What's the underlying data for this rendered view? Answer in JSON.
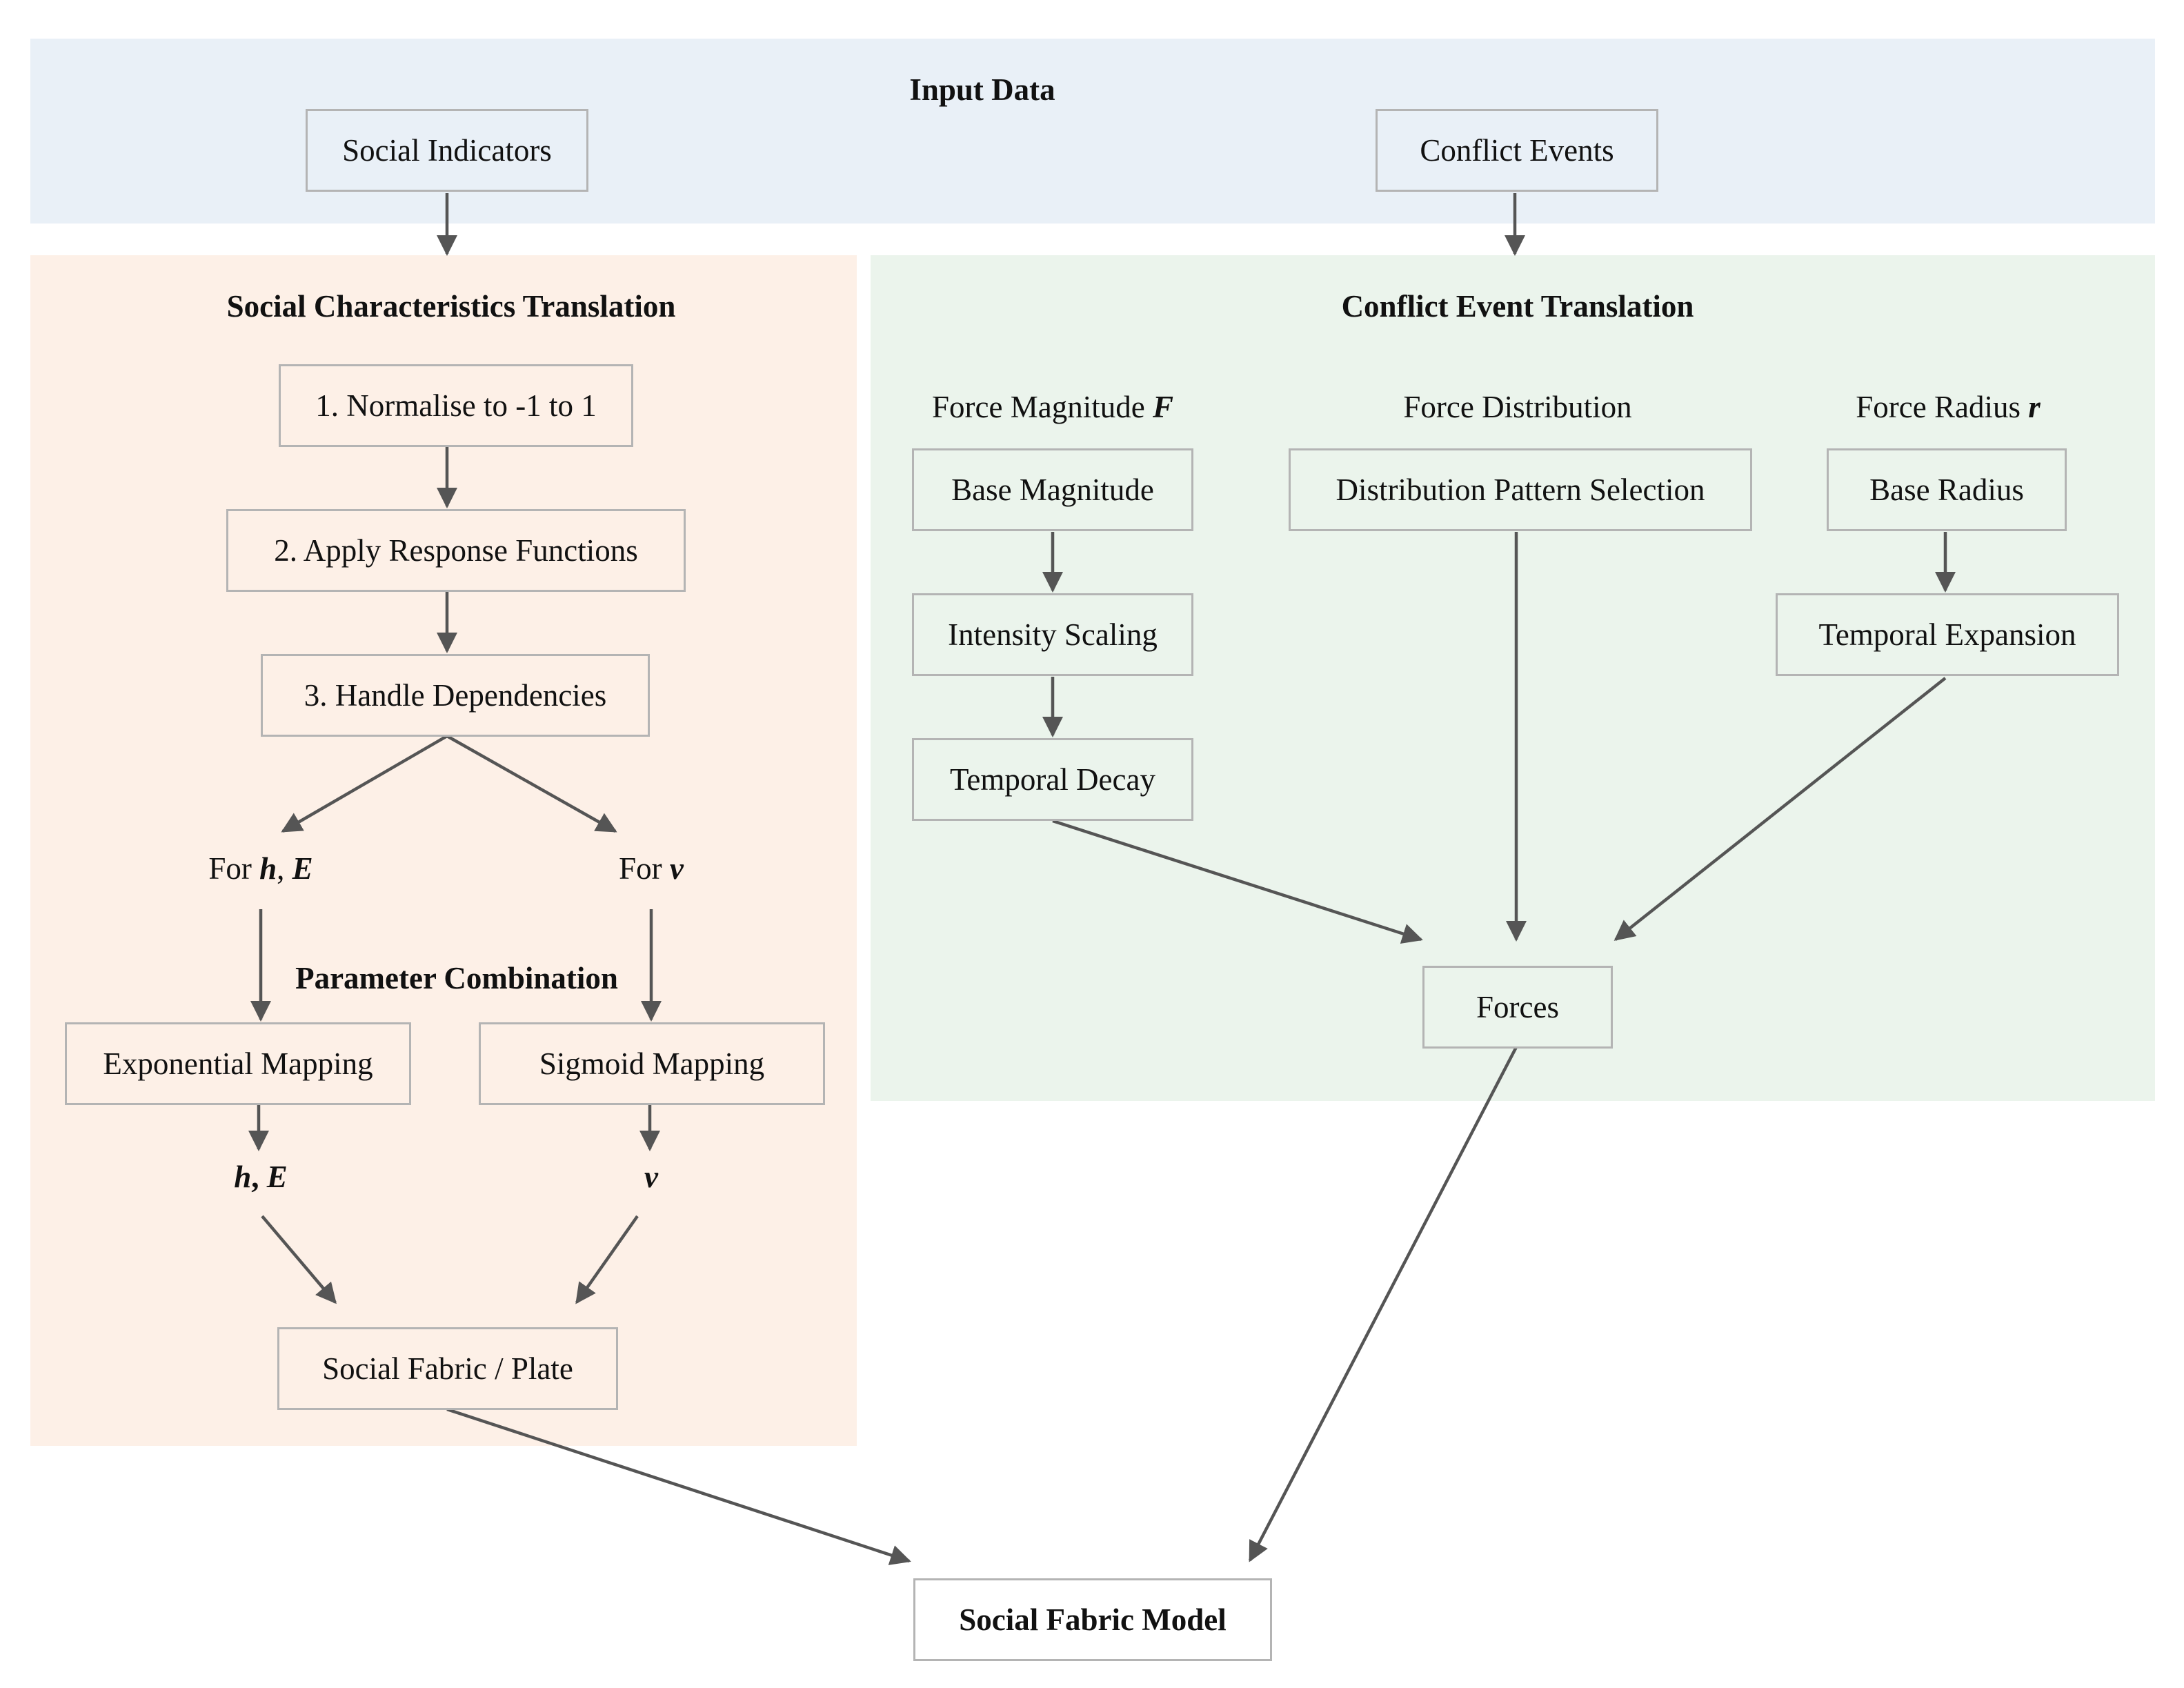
{
  "input": {
    "title": "Input Data",
    "social_indicators": "Social Indicators",
    "conflict_events": "Conflict Events"
  },
  "social": {
    "title": "Social Characteristics Translation",
    "step1": "1. Normalise to -1 to 1",
    "step2": "2. Apply Response Functions",
    "step3": "3. Handle Dependencies",
    "for_label": "For",
    "h_var": "h",
    "comma": ",",
    "e_var": "E",
    "v_var": "v",
    "param_combination": "Parameter Combination",
    "exp_mapping": "Exponential Mapping",
    "sig_mapping": "Sigmoid Mapping",
    "fabric_plate": "Social Fabric / Plate"
  },
  "conflict": {
    "title": "Conflict Event Translation",
    "force_magnitude_label": "Force Magnitude",
    "f_var": "F",
    "force_distribution_label": "Force Distribution",
    "force_radius_label": "Force Radius",
    "r_var": "r",
    "base_magnitude": "Base Magnitude",
    "intensity_scaling": "Intensity Scaling",
    "temporal_decay": "Temporal Decay",
    "distribution_pattern": "Distribution Pattern Selection",
    "base_radius": "Base Radius",
    "temporal_expansion": "Temporal Expansion",
    "forces": "Forces"
  },
  "output": {
    "model": "Social Fabric Model"
  },
  "colors": {
    "input_bg": "#e9f0f7",
    "social_bg": "#fdf0e7",
    "conflict_bg": "#ebf4ec",
    "arrow": "#555555",
    "box_border": "#b4b4b4"
  }
}
